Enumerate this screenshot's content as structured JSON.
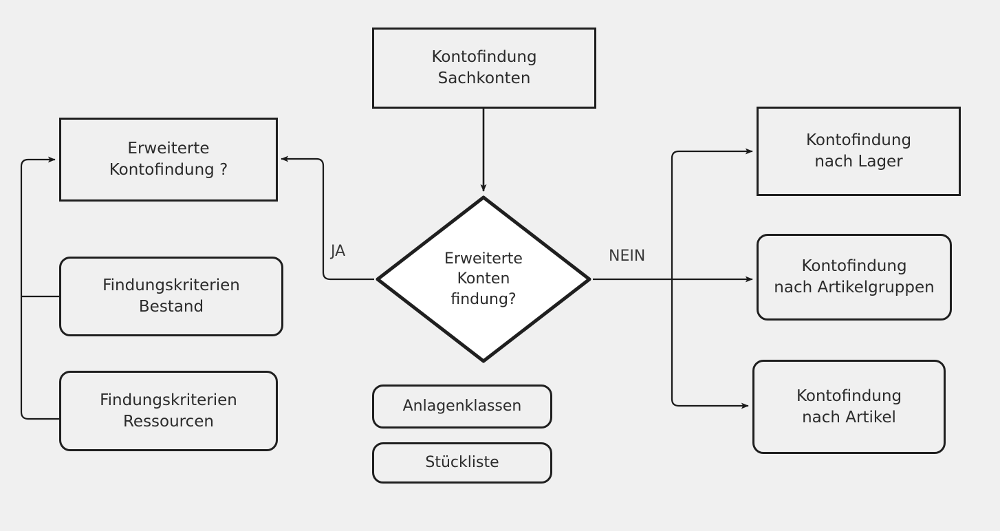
{
  "diagram": {
    "title": "Kontofindung Sachkonten Flussdiagramm",
    "background_color": "#f0f0f0",
    "stroke_color": "#1f1f1f",
    "text_color": "#2b2b2b",
    "diamond_fill": "#ffffff"
  },
  "nodes": {
    "kontofindung_sachkonten": {
      "label": "Kontofindung\nSachkonten",
      "shape": "rectangle"
    },
    "erweiterte_kontofindung": {
      "label": "Erweiterte\nKontofindung ?",
      "shape": "rectangle"
    },
    "erweiterte_konten_findung": {
      "label": "Erweiterte\nKonten\nfindung?",
      "shape": "diamond"
    },
    "findungskriterien_bestand": {
      "label": "Findungskriterien\nBestand",
      "shape": "rounded-rectangle"
    },
    "findungskriterien_ressourcen": {
      "label": "Findungskriterien\nRessourcen",
      "shape": "rounded-rectangle"
    },
    "anlagenklassen": {
      "label": "Anlagenklassen",
      "shape": "rounded-rectangle"
    },
    "stueckliste": {
      "label": "Stückliste",
      "shape": "rounded-rectangle"
    },
    "kontofindung_lager": {
      "label": "Kontofindung\nnach Lager",
      "shape": "rectangle"
    },
    "kontofindung_artikelgruppen": {
      "label": "Kontofindung\nnach Artikelgruppen",
      "shape": "rounded-rectangle"
    },
    "kontofindung_artikel": {
      "label": "Kontofindung\nnach Artikel",
      "shape": "rounded-rectangle"
    }
  },
  "edge_labels": {
    "ja": "JA",
    "nein": "NEIN"
  },
  "edges": [
    {
      "from": "kontofindung_sachkonten",
      "to": "erweiterte_konten_findung",
      "label": ""
    },
    {
      "from": "erweiterte_konten_findung",
      "to": "erweiterte_kontofindung",
      "label": "JA"
    },
    {
      "from": "erweiterte_konten_findung",
      "to": "kontofindung_lager",
      "label": "NEIN"
    },
    {
      "from": "erweiterte_konten_findung",
      "to": "kontofindung_artikelgruppen",
      "label": "NEIN"
    },
    {
      "from": "erweiterte_konten_findung",
      "to": "kontofindung_artikel",
      "label": "NEIN"
    },
    {
      "from": "findungskriterien_bestand",
      "to": "erweiterte_kontofindung",
      "label": ""
    },
    {
      "from": "findungskriterien_ressourcen",
      "to": "erweiterte_kontofindung",
      "label": ""
    }
  ]
}
